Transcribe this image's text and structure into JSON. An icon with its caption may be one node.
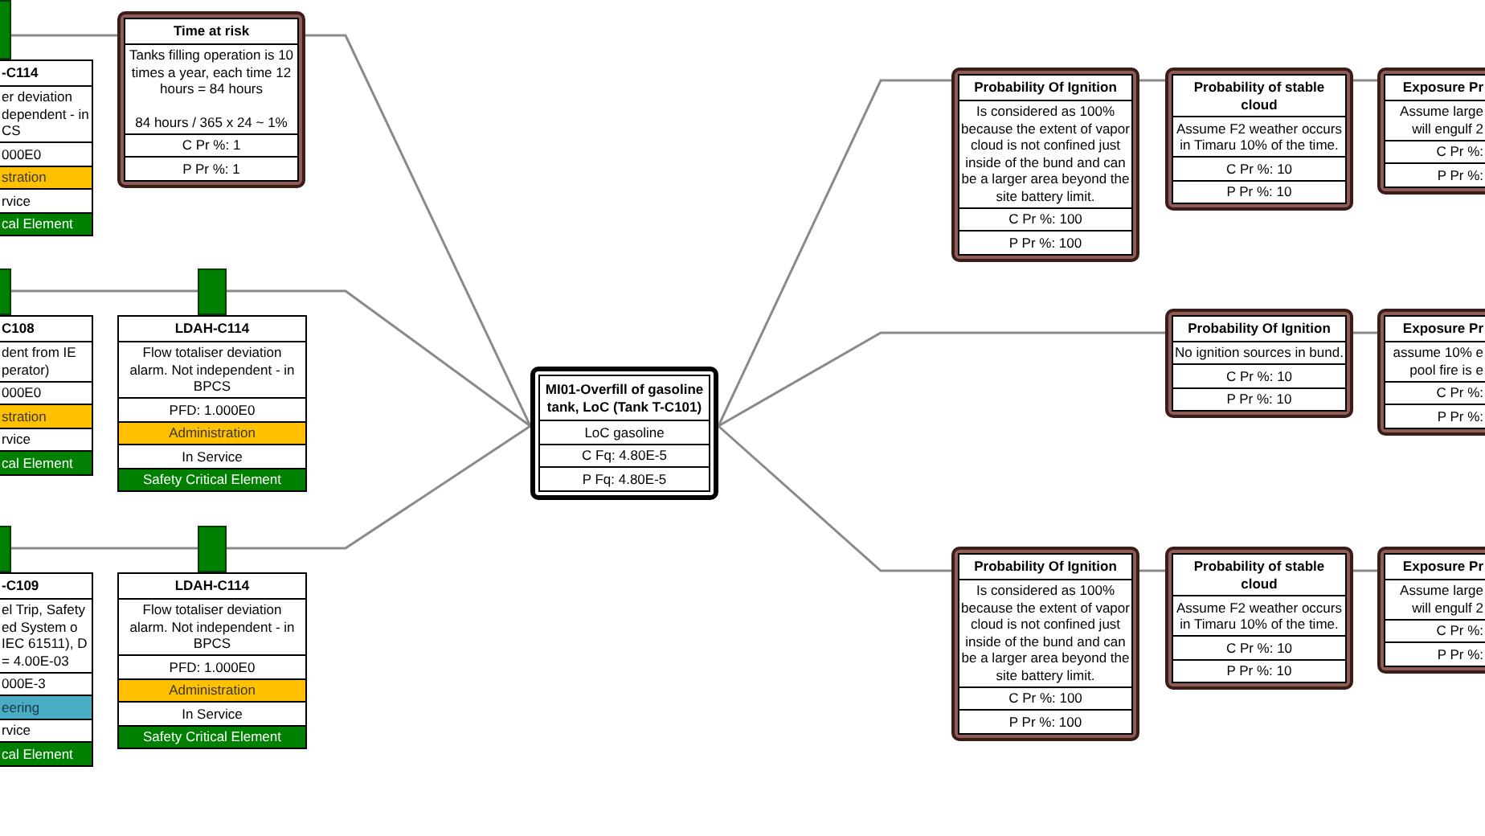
{
  "diagram": {
    "nodes": [
      {
        "text": [],
        "shape": "box"
      },
      {
        "text": [
          "-C114",
          "er deviation dependent - in CS",
          "000E0",
          "stration",
          "rvice",
          "cal Element"
        ]
      },
      {
        "text": [
          "Time at risk",
          "Tanks filling operation is 10 times a year, each time 12 hours = 84 hours",
          "84 hours / 365 x 24 ~ 1%",
          "C Pr %: 1",
          "P Pr %: 1"
        ]
      },
      {
        "text": [],
        "shape": "box"
      },
      {
        "text": [
          "C108",
          "dent from IE perator)",
          "000E0",
          "stration",
          "rvice",
          "cal Element"
        ]
      },
      {
        "text": [],
        "shape": "box"
      },
      {
        "text": [
          "LDAH-C114",
          "Flow totaliser deviation alarm. Not independent - in BPCS",
          "PFD: 1.000E0",
          "Administration",
          "In Service",
          "Safety Critical Element"
        ]
      },
      {
        "text": [],
        "shape": "box"
      },
      {
        "text": [
          "-C109",
          "el Trip, Safety ed System o IEC 61511), D = 4.00E-03",
          "000E-3",
          "eering",
          "rvice",
          "cal Element"
        ]
      },
      {
        "text": [],
        "shape": "box"
      },
      {
        "text": [
          "LDAH-C114",
          "Flow totaliser deviation alarm. Not independent - in BPCS",
          "PFD: 1.000E0",
          "Administration",
          "In Service",
          "Safety Critical Element"
        ]
      },
      {
        "text": [
          "MI01-Overfill of gasoline tank, LoC (Tank T-C101)",
          "LoC gasoline",
          "C Fq: 4.80E-5",
          "P Fq: 4.80E-5"
        ]
      },
      {
        "text": [
          "Probability Of Ignition",
          "Is considered as 100% because the extent of vapor cloud is not confined just inside of the bund and can be a larger area beyond the site battery limit.",
          "C Pr %: 100",
          "P Pr %: 100"
        ]
      },
      {
        "text": [
          "Probability of stable cloud",
          "Assume F2 weather occurs in Timaru 10% of the time.",
          "C Pr %: 10",
          "P Pr %: 10"
        ]
      },
      {
        "text": [
          "Exposure Pr",
          "Assume large will engulf 2",
          "C Pr %:",
          "P Pr %:"
        ]
      },
      {
        "text": [
          "Probability Of Ignition",
          "No ignition sources in bund.",
          "C Pr %: 10",
          "P Pr %: 10"
        ]
      },
      {
        "text": [
          "Exposure Pr",
          "assume 10% e pool fire is e",
          "C Pr %:",
          "P Pr %:"
        ]
      },
      {
        "text": [
          "Probability Of Ignition",
          "Is considered as 100% because the extent of vapor cloud is not confined just inside of the bund and can be a larger area beyond the site battery limit.",
          "C Pr %: 100",
          "P Pr %: 100"
        ]
      },
      {
        "text": [
          "Probability of stable cloud",
          "Assume F2 weather occurs in Timaru 10% of the time.",
          "C Pr %: 10",
          "P Pr %: 10"
        ]
      },
      {
        "text": [
          "Exposure Pr",
          "Assume large will engulf 2",
          "C Pr %:",
          "P Pr %:"
        ]
      }
    ],
    "edges": [
      {
        "from": 0,
        "to": 2,
        "arrow": "none"
      },
      {
        "from": 2,
        "to": 11,
        "arrow": "none"
      },
      {
        "from": 3,
        "to": 5,
        "arrow": "none"
      },
      {
        "from": 5,
        "to": 11,
        "arrow": "none"
      },
      {
        "from": 7,
        "to": 9,
        "arrow": "none"
      },
      {
        "from": 9,
        "to": 11,
        "arrow": "none"
      },
      {
        "from": 11,
        "to": 12,
        "arrow": "none"
      },
      {
        "from": 12,
        "to": 13,
        "arrow": "none"
      },
      {
        "from": 13,
        "to": 14,
        "arrow": "none"
      },
      {
        "from": 11,
        "to": 15,
        "arrow": "none"
      },
      {
        "from": 15,
        "to": 16,
        "arrow": "none"
      },
      {
        "from": 11,
        "to": 17,
        "arrow": "none"
      },
      {
        "from": 17,
        "to": 18,
        "arrow": "none"
      },
      {
        "from": 18,
        "to": 19,
        "arrow": "none"
      }
    ]
  }
}
